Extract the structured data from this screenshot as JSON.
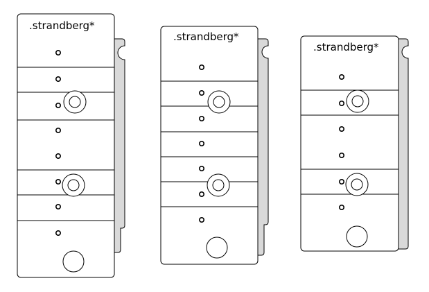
{
  "plates": [
    {
      "name": "plate-long",
      "brand": ".strandberg*"
    },
    {
      "name": "plate-medium",
      "brand": ".strandberg*"
    },
    {
      "name": "plate-short",
      "brand": ".strandberg*"
    }
  ]
}
